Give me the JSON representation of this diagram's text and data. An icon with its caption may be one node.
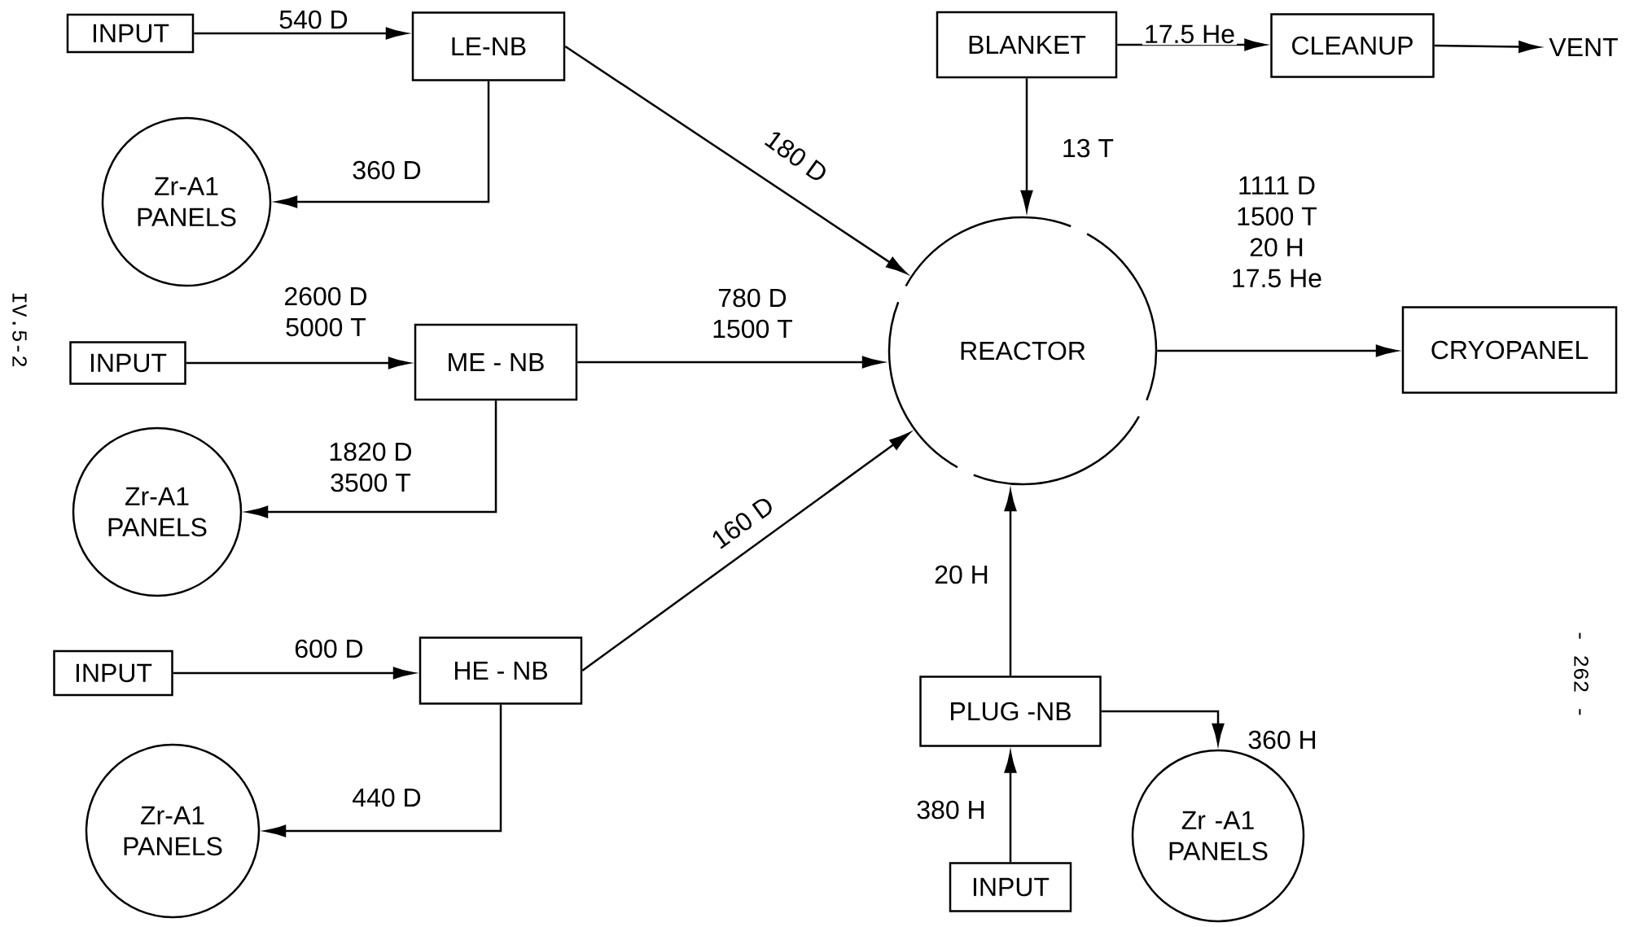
{
  "diagram": {
    "nodes": [
      {
        "text": [
          "INPUT"
        ]
      },
      {
        "text": [
          "LE-NB"
        ]
      },
      {
        "text": [
          "Zr-A1 PANELS"
        ]
      },
      {
        "text": [
          "INPUT"
        ]
      },
      {
        "text": [
          "ME - NB"
        ]
      },
      {
        "text": [
          "Zr-A1 PANELS"
        ]
      },
      {
        "text": [
          "INPUT"
        ]
      },
      {
        "text": [
          "HE - NB"
        ]
      },
      {
        "text": [
          "Zr-A1 PANELS"
        ]
      },
      {
        "text": [
          "BLANKET"
        ]
      },
      {
        "text": [
          "CLEANUP"
        ]
      },
      {
        "text": [
          "VENT"
        ]
      },
      {
        "text": [
          "REACTOR"
        ]
      },
      {
        "text": [
          "CRYOPANEL"
        ]
      },
      {
        "text": [
          "PLUG -NB"
        ]
      },
      {
        "text": [
          "Zr -A1 PANELS"
        ]
      },
      {
        "text": [
          "INPUT"
        ]
      }
    ],
    "edges": [
      {
        "from": 0,
        "to": 1,
        "arrow": "to",
        "label": "540 D"
      },
      {
        "from": 1,
        "to": 2,
        "arrow": "to",
        "label": "360 D"
      },
      {
        "from": 1,
        "to": 12,
        "arrow": "to",
        "label": "180 D"
      },
      {
        "from": 3,
        "to": 4,
        "arrow": "to",
        "label": "2600 D 5000 T"
      },
      {
        "from": 4,
        "to": 12,
        "arrow": "to",
        "label": "780 D 1500 T"
      },
      {
        "from": 4,
        "to": 5,
        "arrow": "to",
        "label": "1820 D 3500 T"
      },
      {
        "from": 6,
        "to": 7,
        "arrow": "to",
        "label": "600 D"
      },
      {
        "from": 7,
        "to": 8,
        "arrow": "to",
        "label": "440 D"
      },
      {
        "from": 7,
        "to": 12,
        "arrow": "to",
        "label": "160 D"
      },
      {
        "from": 9,
        "to": 10,
        "arrow": "to",
        "label": "17.5 He"
      },
      {
        "from": 10,
        "to": 11,
        "arrow": "to"
      },
      {
        "from": 9,
        "to": 12,
        "arrow": "to",
        "label": "13 T"
      },
      {
        "from": 12,
        "to": 13,
        "arrow": "to",
        "label": "1111 D 1500 T 20 H 17.5 He"
      },
      {
        "from": 14,
        "to": 12,
        "arrow": "to",
        "label": "20 H"
      },
      {
        "from": 14,
        "to": 15,
        "arrow": "to",
        "label": "360 H"
      },
      {
        "from": 16,
        "to": 14,
        "arrow": "to",
        "label": "380 H"
      }
    ],
    "labels": [
      "IV.5-2",
      "- 262 -"
    ]
  }
}
